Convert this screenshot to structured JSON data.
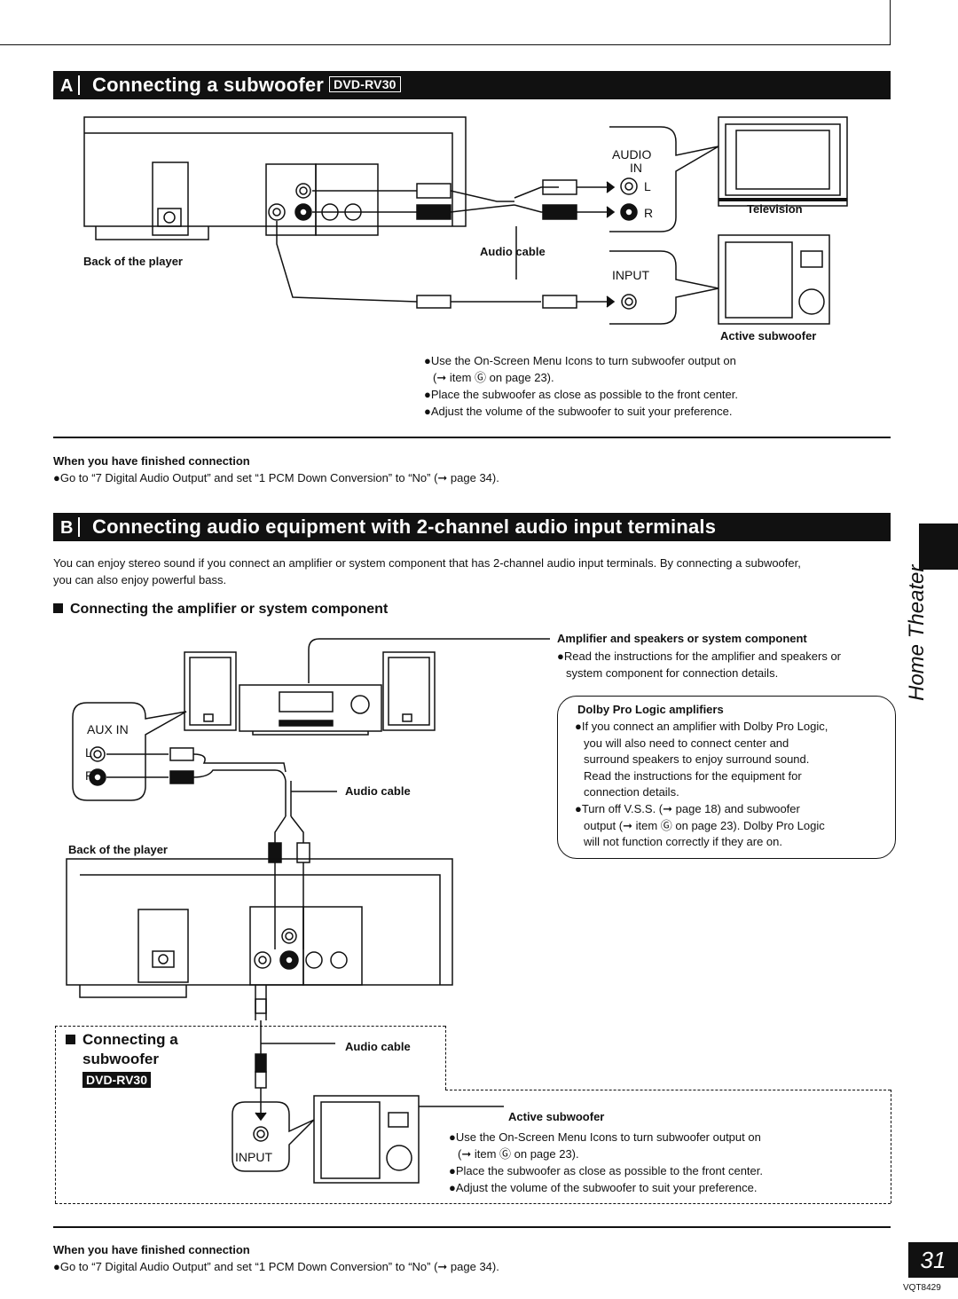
{
  "sectionA": {
    "letter": "A",
    "title": "Connecting a subwoofer",
    "model_badge": "DVD-RV30",
    "audio_in_label": "AUDIO",
    "audio_in_sub": "IN",
    "left_channel": "L",
    "right_channel": "R",
    "tv_label": "Television",
    "back_label": "Back of the player",
    "cable_label": "Audio cable",
    "input_label": "INPUT",
    "subwoofer_label": "Active subwoofer",
    "notes": [
      "●Use the On-Screen Menu Icons to turn subwoofer output on",
      "(➞ item Ⓖ on page 23).",
      "●Place the subwoofer as close as possible to the front center.",
      "●Adjust the volume of the subwoofer to suit your preference."
    ],
    "finished_heading": "When you have finished connection",
    "finished_text": "●Go to “7 Digital Audio Output” and set “1 PCM Down Conversion” to “No” (➞ page 34)."
  },
  "sectionB": {
    "letter": "B",
    "title": "Connecting audio equipment with 2-channel audio input terminals",
    "intro_lines": [
      "You can enjoy stereo sound if you connect an amplifier or system component that has 2-channel audio input terminals. By connecting a subwoofer,",
      "you can also enjoy powerful bass."
    ],
    "sub_heading": "Connecting the amplifier or system component",
    "amp_heading": "Amplifier and speakers or system component",
    "amp_lines": [
      "●Read the instructions for the amplifier and speakers or",
      "system component for connection details."
    ],
    "aux_in": "AUX IN",
    "left_channel": "L",
    "right_channel": "R",
    "cable_label": "Audio cable",
    "back_label": "Back of the player",
    "dolby_heading": "Dolby Pro Logic amplifiers",
    "dolby_lines": [
      "●If you connect an amplifier with Dolby Pro Logic,",
      "you will also need to connect center and",
      "surround speakers to enjoy surround sound.",
      "Read the instructions for the equipment for",
      "connection details.",
      "●Turn off V.S.S. (➞ page 18) and subwoofer",
      "output (➞ item Ⓖ on page 23). Dolby Pro Logic",
      "will not function correctly if they are on."
    ],
    "sub2_heading_line1": "Connecting a",
    "sub2_heading_line2": "subwoofer",
    "sub2_badge": "DVD-RV30",
    "cable2_label": "Audio cable",
    "input_label": "INPUT",
    "subwoofer_label": "Active subwoofer",
    "sub_notes": [
      "●Use the On-Screen Menu Icons to turn subwoofer output on",
      "(➞ item Ⓖ on page 23).",
      "●Place the subwoofer as close as possible to the front center.",
      "●Adjust the volume of the subwoofer to suit your preference."
    ],
    "finished_heading": "When you have finished connection",
    "finished_text": "●Go to “7 Digital Audio Output” and set “1 PCM Down Conversion” to “No” (➞ page 34)."
  },
  "side_tab": "Home Theater",
  "page_number": "31",
  "doc_code": "VQT8429"
}
